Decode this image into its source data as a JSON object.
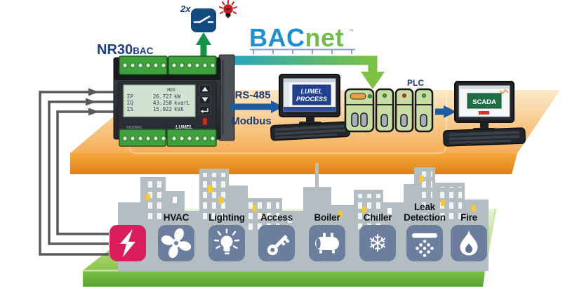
{
  "diagram": {
    "relay_count_label": "2x",
    "device_label": {
      "main": "NR30",
      "suffix": "BAC"
    },
    "bacnet_logo": {
      "bac": "BAC",
      "net": "net",
      "tm": "™"
    },
    "fieldbus": {
      "line1": "RS-485",
      "line2": "Modbus"
    },
    "plc_label": "PLC",
    "process_pc_screen": {
      "line1": "LUMEL",
      "line2": "PROCESS"
    },
    "scada_pc_screen": "SCADA"
  },
  "meter_display": {
    "header": "MD5",
    "rows": [
      {
        "label": "ΣP",
        "value": "26.727",
        "unit": "kW"
      },
      {
        "label": "ΣQ",
        "value": "43.258",
        "unit": "kvarL"
      },
      {
        "label": "ΣS",
        "value": "15.922",
        "unit": "kVA"
      }
    ],
    "model_text": "NR30BAC",
    "brand_text": "LUMEL"
  },
  "building_systems": [
    {
      "name": "power-supply",
      "icon": "lightning-icon",
      "label": "",
      "tile_color": "#DC1D5B"
    },
    {
      "name": "hvac",
      "icon": "fan-icon",
      "label": "HVAC",
      "tile_color": "#6B7E9D"
    },
    {
      "name": "lighting",
      "icon": "bulb-icon",
      "label": "Lighting",
      "tile_color": "#6B7E9D"
    },
    {
      "name": "access",
      "icon": "key-icon",
      "label": "Access",
      "tile_color": "#6B7E9D"
    },
    {
      "name": "boiler",
      "icon": "boiler-icon",
      "label": "Boiler",
      "tile_color": "#6B7E9D"
    },
    {
      "name": "chiller",
      "icon": "snowflake-icon",
      "label": "Chiller",
      "glyph": "❄",
      "tile_color": "#6B7E9D"
    },
    {
      "name": "leak-detection",
      "icon": "leak-drops-icon",
      "label": "Leak Detection",
      "tile_color": "#6B7E9D"
    },
    {
      "name": "fire",
      "icon": "flame-icon",
      "label": "Fire",
      "tile_color": "#6B7E9D"
    }
  ],
  "colors": {
    "platform_orange": "#F4A94E",
    "platform_green": "#8FC653",
    "bacnet_blue": "#1F8FD0",
    "bacnet_green": "#6FBE4B",
    "pipe_teal": "#25A5BE",
    "pipe_green": "#7DC242",
    "navy_text": "#1E3B6E",
    "arrow_navy": "#1D5C9E",
    "arrow_green_dark": "#149245",
    "wire_gray": "#58595B",
    "tile_slate": "#6B7E9D",
    "tile_crimson": "#DC1D5B",
    "skyline_gray": "#B4BDC2"
  }
}
